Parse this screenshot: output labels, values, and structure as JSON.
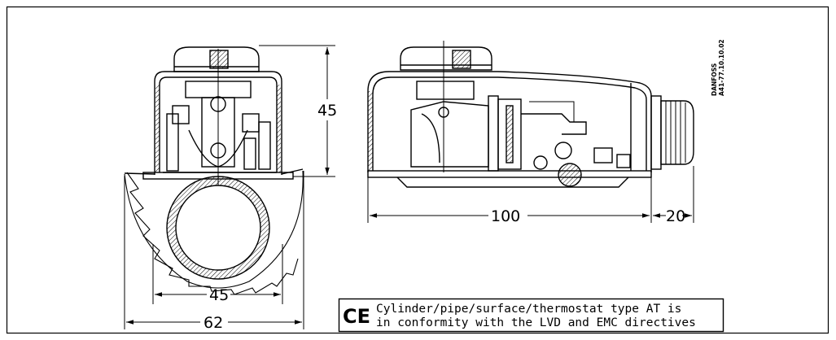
{
  "dimensions": {
    "height_45": "45",
    "width_45": "45",
    "width_62": "62",
    "length_100": "100",
    "length_20": "20"
  },
  "drawing_code": {
    "line1": "DANFOSS",
    "line2": "A41-77.10.10.02"
  },
  "conformity": {
    "mark": "CE",
    "line1": "Cylinder/pipe/surface/thermostat type AT is",
    "line2": "in conformity with the LVD and EMC directives"
  }
}
